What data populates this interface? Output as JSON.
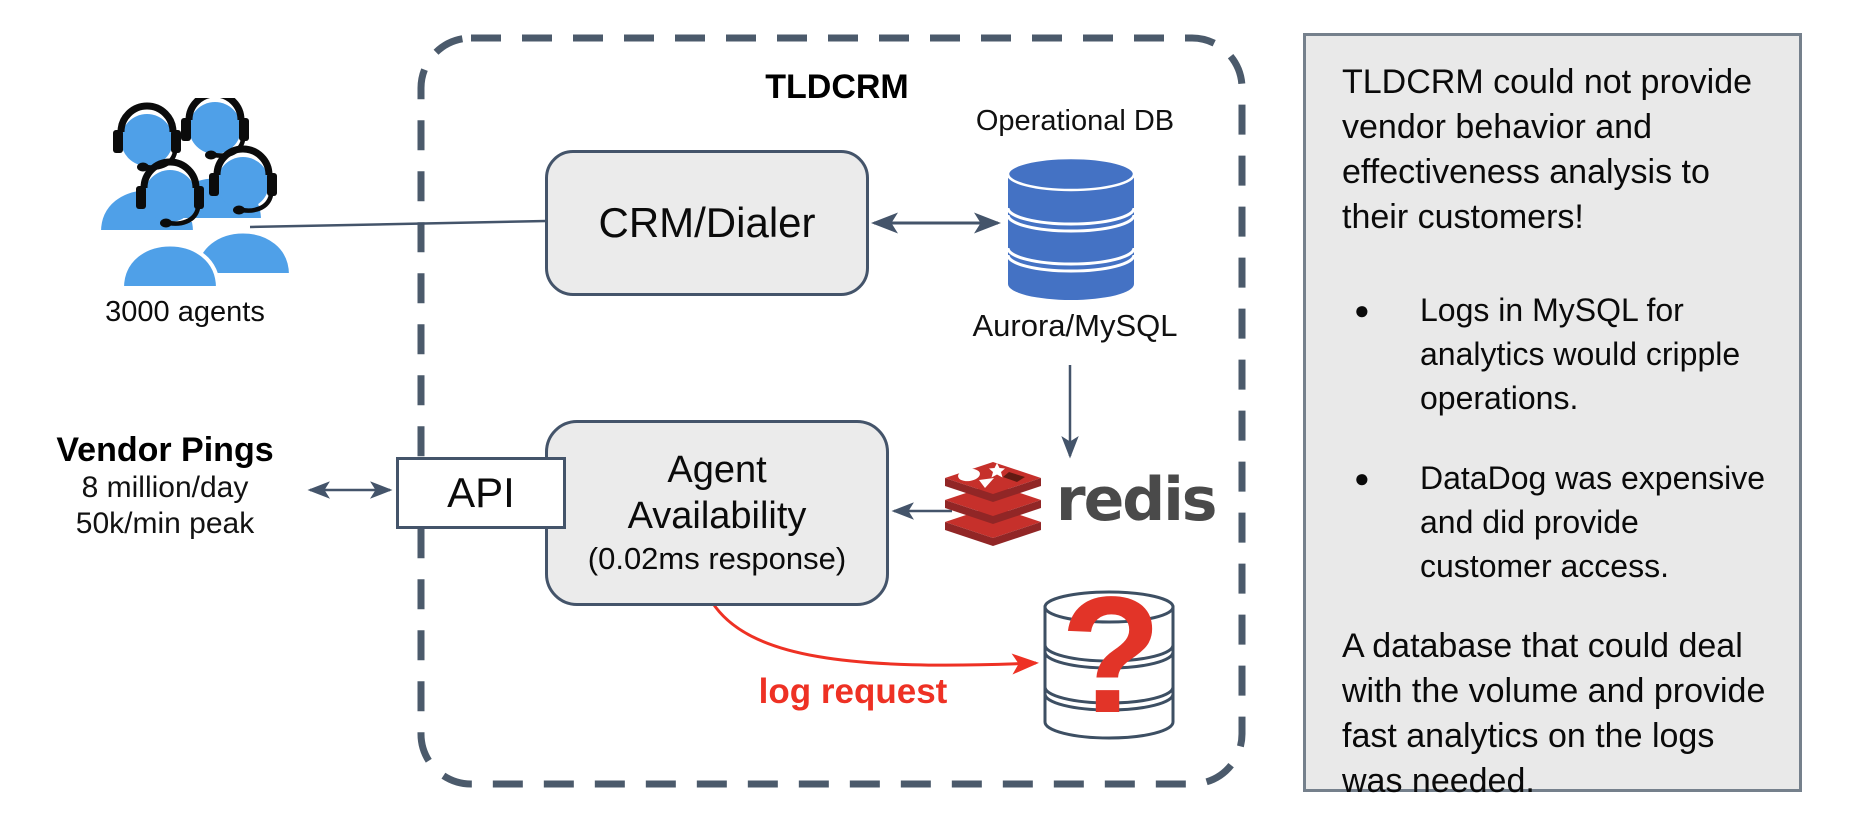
{
  "colors": {
    "accent_navy": "#44546A",
    "dashed_border": "#4B5A6B",
    "box_fill": "#EBEBEB",
    "db_blue": "#4472C4",
    "agent_blue": "#4FA0E8",
    "alert_red": "#EE3124",
    "redis_red": "#C6302B",
    "question_red": "#E23428",
    "panel_fill": "#E9E9E9"
  },
  "agents": {
    "count_label": "3000 agents"
  },
  "vendor_pings": {
    "title": "Vendor Pings",
    "rate_day": "8 million/day",
    "rate_peak": "50k/min peak"
  },
  "tldcrm": {
    "title": "TLDCRM",
    "crm_dialer_label": "CRM/Dialer",
    "operational_db_title": "Operational DB",
    "operational_db_subtitle": "Aurora/MySQL",
    "api_label": "API",
    "agent_availability_title": "Agent\nAvailability",
    "agent_availability_subtitle": "(0.02ms response)",
    "redis_label": "redis",
    "log_request_label": "log request",
    "unknown_db_glyph": "?"
  },
  "sidebar": {
    "intro": "TLDCRM could not provide vendor behavior and effectiveness analysis to their customers!",
    "bullet_marker": "●",
    "bullets": [
      "Logs in MySQL for analytics would cripple operations.",
      "DataDog was expensive and did provide customer access."
    ],
    "conclusion": "A database that could deal with the volume and provide fast analytics on the logs was needed."
  }
}
